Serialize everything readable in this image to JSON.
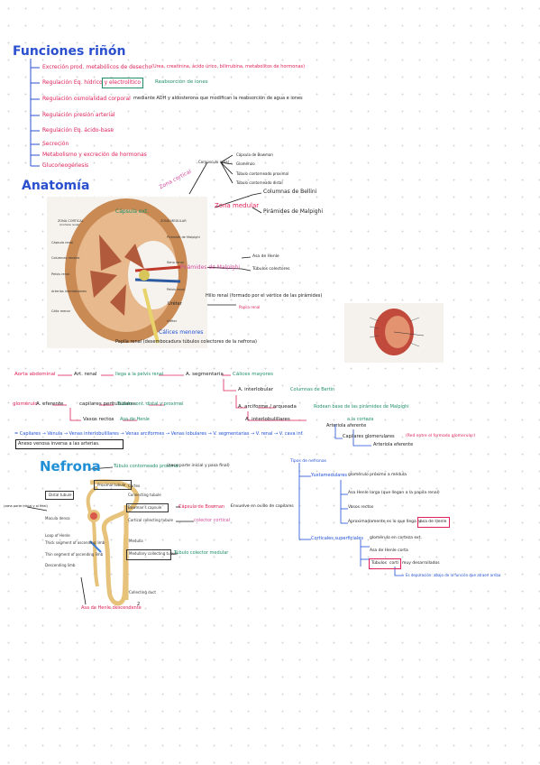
{
  "headings": {
    "funciones": "Funciones riñón",
    "anatomia": "Anatomía",
    "nefrona": "Nefrona"
  },
  "funciones": [
    "Excreción prod. metabólicos de desecho",
    "Regulación Eq. hídrico y electrolítico",
    "Regulación osmolalidad corporal",
    "Regulación presión arterial",
    "Regulación Eq. ácido-base",
    "Secreción",
    "Metabolismo y excreción de hormonas",
    "Gluconeogénesis"
  ],
  "funciones_notes": {
    "excrecion": "(Urea, creatinina, ácido úrico, bilirrubina, metabolitos de hormonas)",
    "hidrico": "Reabsorción de iones",
    "osmolalidad": "mediante ADH y aldosterona que modifican la reabsorción de agua e iones"
  },
  "anatomy_labels": {
    "capsula": "Cápsula ext.",
    "zona_cortical": "Zona cortical",
    "corpusculo": "Corpúsculo renal",
    "capsula_bowman": "Cápsula de Bowman",
    "glomerulo": "Glomérulo",
    "tubulo_proximal": "Túbulo contorneado proximal",
    "tubulo_distal": "Túbulo contorneado distal",
    "zona_medular": "Zona medular",
    "columnas": "Columnas de Bellini",
    "piramides": "Pirámides de Malpighi",
    "piramides2": "Pirámides de Malpighi",
    "asa": "Asa de Henle",
    "colectores": "Túbulos colectores",
    "hilio": "Hilio renal (formado por el vértice de las pirámides)",
    "ureter": "Uréter",
    "papila": "Papila renal",
    "caliz": "Cálices menores",
    "papila2": "Papila renal (desembocadura túbulos colectores de la nefrona)"
  },
  "diagram_labels": [
    "ZONA CORTICAL (Corteza renal)",
    "ZONA MEDULAR",
    "Cápsula renal",
    "Columnas renales",
    "Pelvis renal",
    "Arterias interlobulares",
    "Cálix menor",
    "Pirámide de Malpighi",
    "Seno renal",
    "Pelvis renal",
    "Uréter"
  ],
  "blood_flow": {
    "aorta": "Aorta abdominal",
    "art_renal": "Art. renal",
    "art_renal_note": "llega a la pelvis renal",
    "a_segmentaria": "A. segmentaria",
    "caliz_mayores": "Cálices mayores",
    "a_interlobular": "A. interlobular",
    "columnas": "Columnas de Bertin",
    "a_arciforme": "A. arciforme / arqueada",
    "arciforme_note": "Rodean base de las pirámides de Malpighi",
    "a_interlobulillares": "A. interlobulillares",
    "a_corteza": "a la corteza",
    "arteriola_aferente": "Arteriola aferente",
    "glomerulo": "glomérulo",
    "a_eferente": "A. eferente",
    "capilares_peritubulares": "capilares peritubulares",
    "capilares_note": "Túbulo cont. distal y proximal",
    "vasos_rectos": "Vasos rectos",
    "vasos_note": "Asa de Henle",
    "capilares_glomerulares": "Capilares glomerulares",
    "capilares_glom_note": "(Red entre el formado glomerular)",
    "arteriola_eferente": "Arteriola eferente",
    "retorno": "= Capilares → Vénula → Venas interlobulillares → Venas arciformes → Venas lobulares → V. segmentarias → V. renal → V. cava inf.",
    "anexo": "Anexo venosa inversa a las arterias."
  },
  "nefrona_labels": {
    "tcp": "Túbulo contorneado proximal",
    "tcp_note": "(nace parte inicial y pasa final)",
    "proximal": "Proximal tubule",
    "distal": "Distal tubule",
    "cortex": "Cortex",
    "connecting": "Connecting tubule",
    "bowman": "Bowman's capsule",
    "bowman_r": "Cápsula de Bowman",
    "bowman_r2": "Envuelve en ovillo de capilares",
    "cortical_collecting": "Cortical collecting tubule",
    "colector_cortical": "colector cortical",
    "macula": "Macula densa",
    "macula_note": "(zona parte inicial y al final)",
    "loop": "Loop of Henle",
    "thick": "Thick segment of ascending limb",
    "thin": "Thin segment of ascending limb",
    "descending": "Descending limb",
    "medulla": "Medulla",
    "medullary": "Medullary collecting tubule",
    "tubulo_colector": "Túbulo colector medular",
    "collecting_duct": "Collecting duct",
    "asa_desc": "Asa de Henle descendente",
    "figure_num": "2"
  },
  "tipos": {
    "title": "Tipos de nefronas",
    "yuxtamedulares": "Yuxtamedulares",
    "y1": "glomérulo próximo a médula",
    "y2": "Asa Henle larga (que llegan a la papila renal)",
    "y3": "Vasos rectos",
    "y4": "Aproximadamente es lo que llega al",
    "y4b": "asa de Henle",
    "corticales": "Corticales superficiales",
    "c1": "glomérulo en corteza ext.",
    "c2": "Asa de Henle corta",
    "c3": "Túbulos",
    "c3b": "corti",
    "c3c": "muy desarrollados",
    "c4": "Es depuración: abajo de la función que atraen arriba"
  }
}
